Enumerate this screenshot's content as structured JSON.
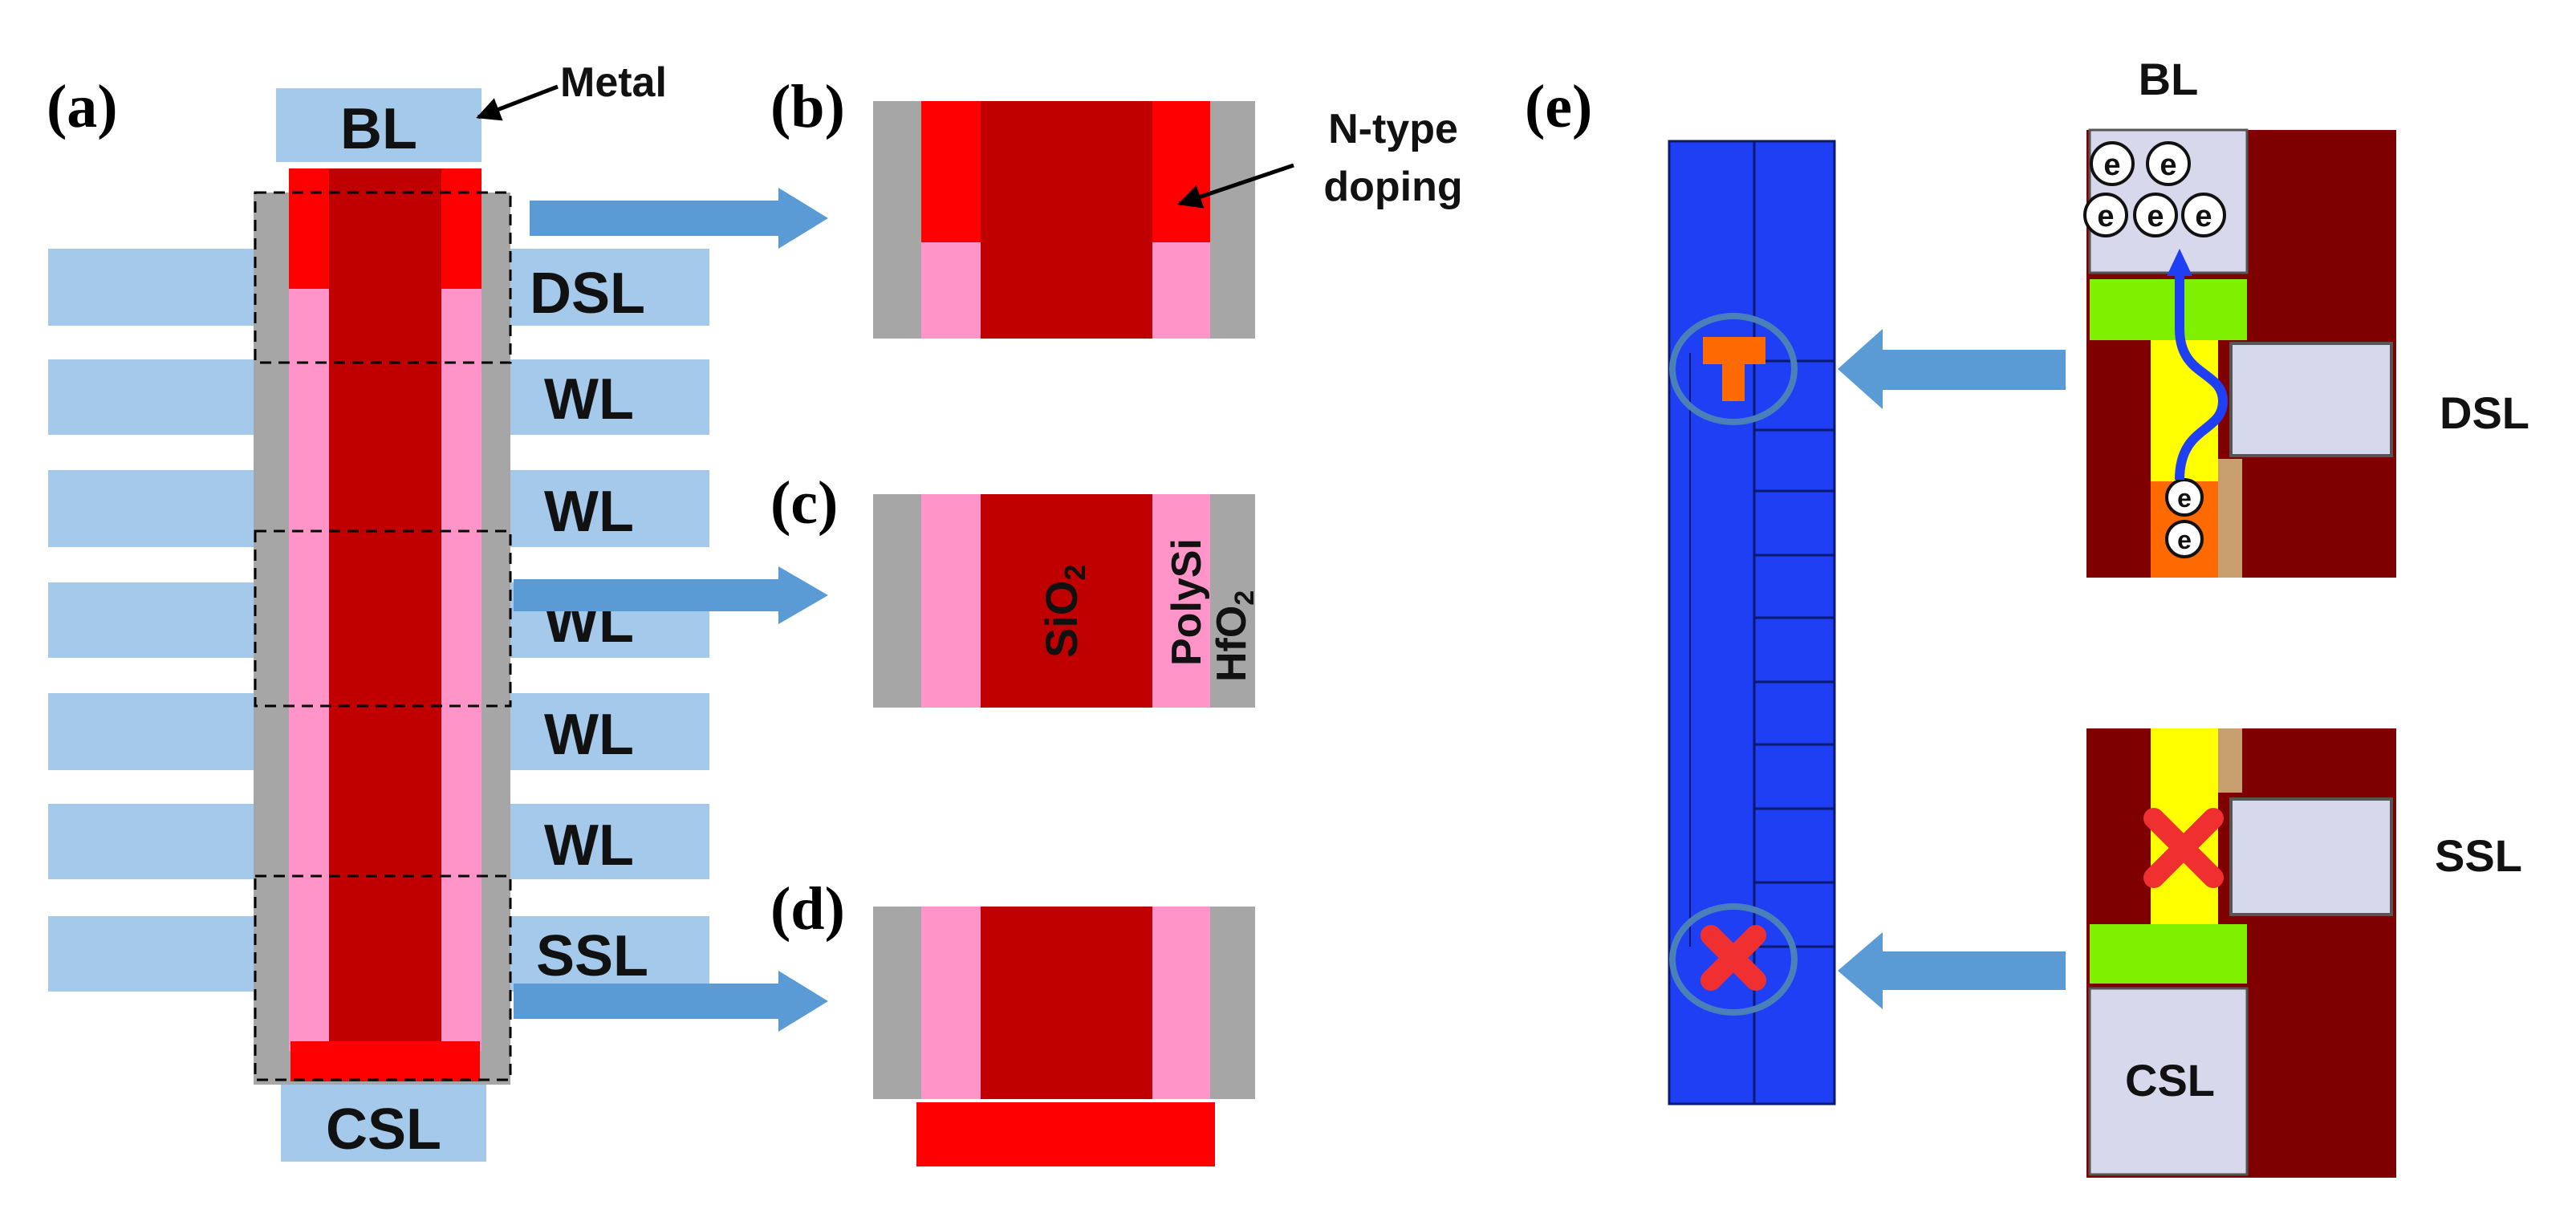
{
  "panels": {
    "a": {
      "label": "(a)",
      "metal_label": "Metal",
      "bl_label": "BL",
      "dsl_label": "DSL",
      "wl_labels": [
        "WL",
        "WL",
        "WL",
        "WL",
        "WL"
      ],
      "ssl_label": "SSL",
      "csl_label": "CSL"
    },
    "b": {
      "label": "(b)",
      "ntype_label_line1": "N-type",
      "ntype_label_line2": "doping"
    },
    "c": {
      "label": "(c)",
      "sio2_base": "SiO",
      "sio2_sub": "2",
      "polysi_label": "PolySi",
      "hfo2_base": "HfO",
      "hfo2_sub": "2"
    },
    "d": {
      "label": "(d)"
    },
    "e": {
      "label": "(e)",
      "bl_label": "BL",
      "dsl_label": "DSL",
      "ssl_label": "SSL",
      "csl_label": "CSL",
      "electron_symbol": "e"
    }
  },
  "colors": {
    "metal_light_blue": "#a4c9ea",
    "n_doped_red": "#ff0000",
    "sio2_dark_red": "#c00000",
    "polysi_pink": "#ff94c8",
    "hfo2_gray": "#a6a6a6",
    "arrow_blue": "#5b9bd5",
    "sim_blue": "#1f3ff5",
    "sim_dark_red": "#7f0000",
    "sim_lavender": "#d8d8ec",
    "sim_green": "#7ff000",
    "sim_yellow": "#ffff00",
    "sim_orange": "#ff6a00",
    "circle_outline": "#4a80b8",
    "cross_red": "#f03030"
  }
}
